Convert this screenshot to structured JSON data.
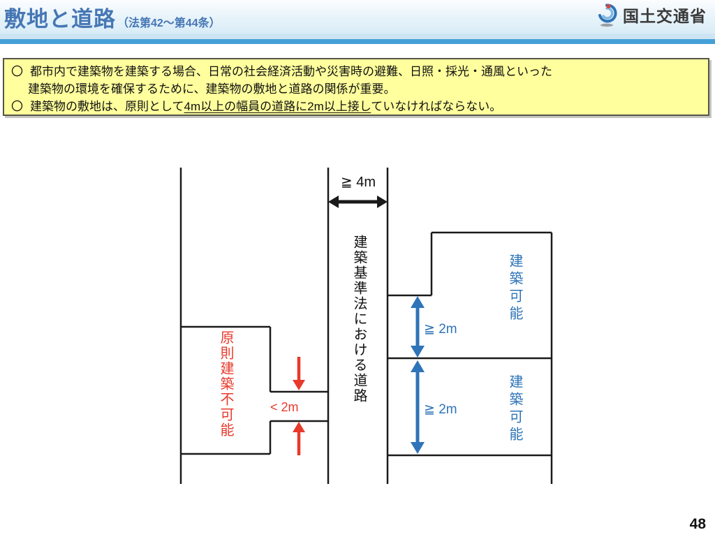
{
  "header": {
    "title": "敷地と道路",
    "law_ref": "（法第42～第44条）",
    "agency": "国土交通省"
  },
  "notice": {
    "marker": "〇",
    "item1_line1": "都市内で建築物を建築する場合、日常の社会経済活動や災害時の避難、日照・採光・通風といった",
    "item1_line2": "建築物の環境を確保するために、建築物の敷地と道路の関係が重要。",
    "item2_prefix": "建築物の敷地は、原則として",
    "item2_underline": "4m以上の幅員の道路に2m以上接し",
    "item2_suffix": "ていなければならない。"
  },
  "diagram": {
    "road_width_label": "≧ 4m",
    "road_name": "建築基準法における道路",
    "frontage_ok_label": "≧ 2m",
    "frontage_ng_label": "< 2m",
    "not_buildable_label": "原則建築不可能",
    "buildable_label": "建築可能"
  },
  "page_number": "48",
  "colors": {
    "title_blue": "#4677b4",
    "header_band_blue": "#45a0d6",
    "notice_yellow": "#ffff9d",
    "diagram_blue": "#2e74b8",
    "diagram_red": "#e8392b",
    "line_black": "#1a1a1a"
  }
}
